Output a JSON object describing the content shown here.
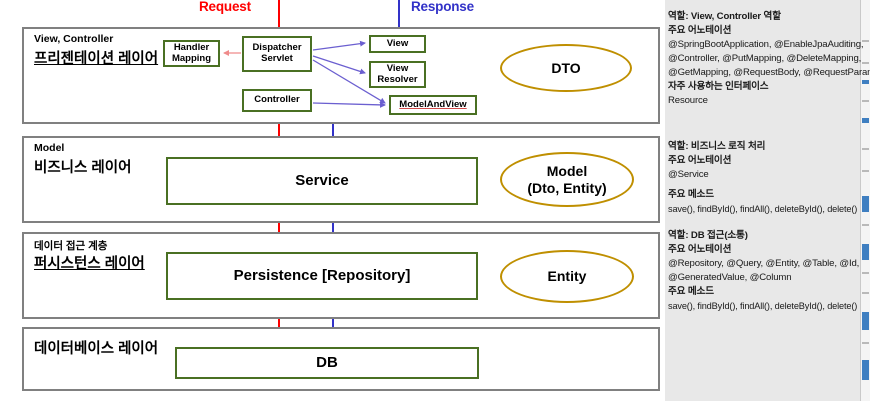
{
  "flow": {
    "request_label": "Request",
    "response_label": "Response",
    "request_color": "#ff0000",
    "response_color": "#3232c8"
  },
  "layers": [
    {
      "id": "presentation",
      "subtitle": "View, Controller",
      "title": "프리젠테이션 레이어",
      "ellipse": "DTO"
    },
    {
      "id": "business",
      "subtitle": "Model",
      "title": "비즈니스 레이어",
      "ellipse_line1": "Model",
      "ellipse_line2": "(Dto, Entity)",
      "main_box": "Service"
    },
    {
      "id": "persistence",
      "subtitle": "데이터 접근 계층",
      "title": "퍼시스턴스 레이어",
      "ellipse": "Entity",
      "main_box": "Persistence [Repository]"
    },
    {
      "id": "database",
      "subtitle": "데이터베이스 레이어",
      "title": "",
      "main_box": "DB"
    }
  ],
  "presentation_boxes": {
    "handler_mapping_l1": "Handler",
    "handler_mapping_l2": "Mapping",
    "dispatcher_l1": "Dispatcher",
    "dispatcher_l2": "Servlet",
    "view": "View",
    "view_resolver_l1": "View",
    "view_resolver_l2": "Resolver",
    "controller": "Controller",
    "model_and_view": "ModelAndView"
  },
  "notes": [
    {
      "id": "note-presentation",
      "lines": [
        {
          "text": "역할: View, Controller 역할",
          "bold": true
        },
        {
          "text": "주요 어노테이션",
          "bold": true
        },
        {
          "text": "@SpringBootApplication, @EnableJpaAuditing,",
          "bold": false
        },
        {
          "text": "@Controller, @PutMapping, @DeleteMapping,",
          "bold": false
        },
        {
          "text": "@GetMapping, @RequestBody, @RequestParam",
          "bold": false
        },
        {
          "text": "자주 사용하는 인터페이스",
          "bold": true
        },
        {
          "text": "Resource",
          "bold": false
        }
      ]
    },
    {
      "id": "note-business",
      "lines": [
        {
          "text": "역할: 비즈니스 로직 처리",
          "bold": true
        },
        {
          "text": "주요 어노테이션",
          "bold": true
        },
        {
          "text": "@Service",
          "bold": false
        },
        {
          "text": "주요 메소드",
          "bold": true
        },
        {
          "text": "save(), findById(), findAll(), deleteById(), delete()",
          "bold": false
        }
      ]
    },
    {
      "id": "note-persistence",
      "lines": [
        {
          "text": "역할: DB 접근(소통)",
          "bold": true
        },
        {
          "text": "주요 어노테이션",
          "bold": true
        },
        {
          "text": "@Repository, @Query, @Entity, @Table, @Id,",
          "bold": false
        },
        {
          "text": "@GeneratedValue, @Column",
          "bold": false
        },
        {
          "text": "주요 메소드",
          "bold": true
        },
        {
          "text": "save(), findById(), findAll(), deleteById(), delete()",
          "bold": false
        }
      ]
    }
  ],
  "colors": {
    "green_border": "#4a7023",
    "gold_ellipse": "#bf8f00",
    "layer_border": "#808080",
    "panel_gray": "#e8e8e8"
  }
}
